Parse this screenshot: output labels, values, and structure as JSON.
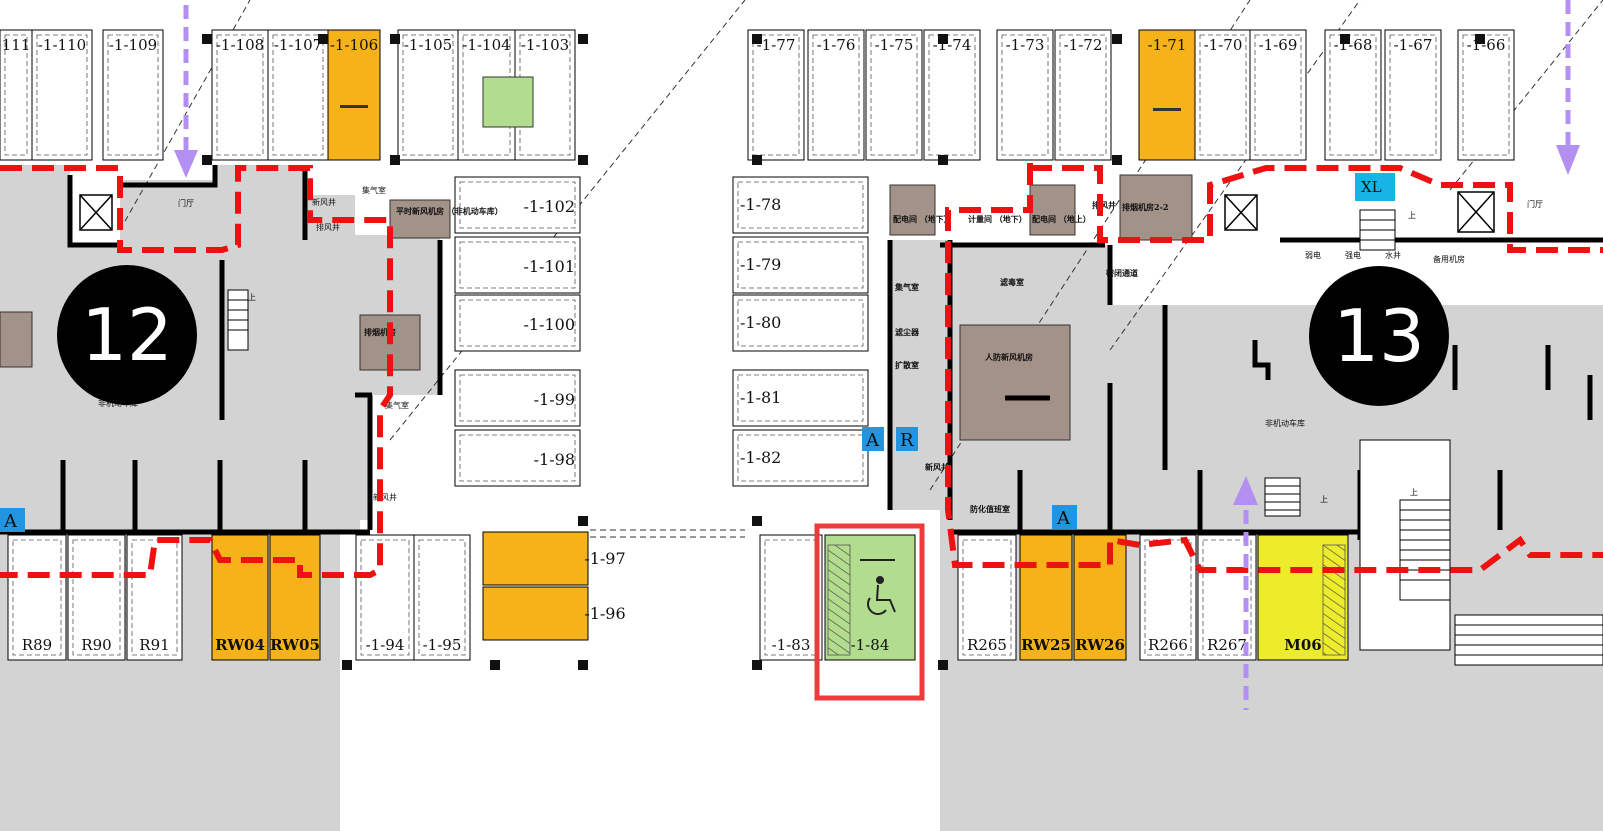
{
  "zones": [
    {
      "label": "12"
    },
    {
      "label": "13"
    }
  ],
  "spaces": {
    "top_left": [
      "111",
      "-1-110",
      "-1-109",
      "-1-108",
      "-1-107",
      "-1-106",
      "-1-105",
      "-1-104",
      "-1-103"
    ],
    "top_right": [
      "-1-77",
      "-1-76",
      "-1-75",
      "-1-74",
      "-1-73",
      "-1-72",
      "-1-71",
      "-1-70",
      "-1-69",
      "-1-68",
      "-1-67",
      "-1-66"
    ],
    "left_column": [
      "-1-102",
      "-1-101",
      "-1-100",
      "-1-99",
      "-1-98"
    ],
    "orange_pair": [
      "-1-97",
      "-1-96"
    ],
    "mid_column": [
      "-1-78",
      "-1-79",
      "-1-80",
      "-1-81",
      "-1-82"
    ],
    "bottom_left": [
      "R89",
      "R90",
      "R91",
      "RW04",
      "RW05",
      "-1-94",
      "-1-95"
    ],
    "bottom_right": [
      "-1-83",
      "-1-84",
      "R265",
      "RW25",
      "RW26",
      "R266",
      "R267",
      "M06"
    ]
  },
  "rooms": {
    "left": [
      "门厅",
      "集气室",
      "平时新风机房\n（非机动车库）",
      "非机动车库",
      "集气室",
      "新风井",
      "排风井",
      "排烟机房",
      "新风井"
    ],
    "right": [
      "配电间\n（地下）",
      "计量间\n（地下）",
      "配电间\n（地上）",
      "排风井",
      "排烟机房2-2",
      "门厅",
      "集气室",
      "滤毒室",
      "密闭通道",
      "滤尘器",
      "扩散室",
      "人防新风机房",
      "新风井",
      "防化值班室",
      "非机动车库",
      "弱电",
      "强电",
      "水井",
      "备用机房"
    ]
  },
  "signs": [
    "A",
    "R",
    "A",
    "A",
    "XL"
  ],
  "up_marks": [
    "上",
    "上",
    "上",
    "上"
  ],
  "colors": {
    "parking_yellow": "#f6b219",
    "mini_yellow": "#ecec2a",
    "accessible_green": "#b2dd8f",
    "machine_room": "#a39288",
    "zone_grey": "#d3d3d3",
    "boundary_red": "#ee1111",
    "arrow_purple": "#b28ff0",
    "sign_blue": "#2395e0",
    "highlight_red": "#ee3a3a"
  },
  "icons": [
    "accessible-icon",
    "down-arrow-icon",
    "up-arrow-icon"
  ]
}
